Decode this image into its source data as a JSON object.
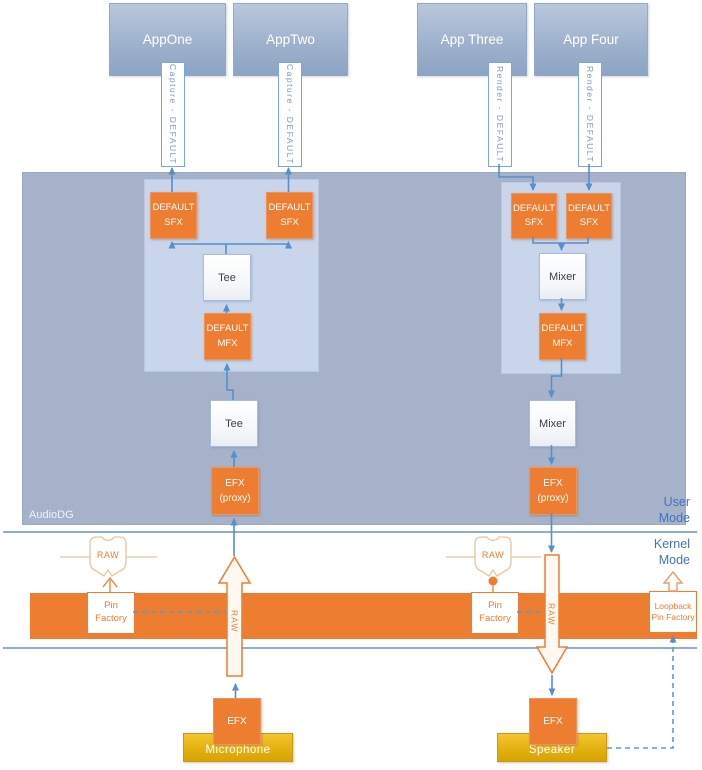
{
  "title": "Windows audio processing modes diagram",
  "colors": {
    "accent_orange": "#ED7D31",
    "connector_blue": "#568fc9",
    "boundary_blue": "#8ab0d9",
    "region_gray_blue": "#a6b2ca",
    "panel_light_blue": "#c8d5ea",
    "app_box_blue": "#9fb2cd",
    "gold": "#d7a300",
    "mode_text_blue": "#4472c4"
  },
  "apps": [
    {
      "label": "AppOne",
      "pipe_label": "Capture - DEFAULT"
    },
    {
      "label": "AppTwo",
      "pipe_label": "Capture - DEFAULT"
    },
    {
      "label": "App Three",
      "pipe_label": "Render - DEFAULT"
    },
    {
      "label": "App Four",
      "pipe_label": "Render - DEFAULT"
    }
  ],
  "audiodg": {
    "label": "AudioDG"
  },
  "modes": {
    "user": "User Mode",
    "kernel": "Kernel Mode"
  },
  "capture": {
    "sfx_left": "DEFAULT SFX",
    "sfx_right": "DEFAULT SFX",
    "tee_top": "Tee",
    "mfx": "DEFAULT MFX",
    "tee_bottom": "Tee",
    "efx_proxy": "EFX (proxy)",
    "raw_shield": "RAW",
    "pin_factory": "Pin Factory",
    "raw_arrow": "RAW",
    "efx": "EFX",
    "device": "Microphone"
  },
  "render": {
    "sfx_left": "DEFAULT SFX",
    "sfx_right": "DEFAULT SFX",
    "mixer_top": "Mixer",
    "mfx": "DEFAULT MFX",
    "mixer_bottom": "Mixer",
    "efx_proxy": "EFX (proxy)",
    "raw_shield": "RAW",
    "pin_factory": "Pin Factory",
    "raw_arrow": "RAW",
    "efx": "EFX",
    "device": "Speaker"
  },
  "loopback": {
    "label": "Loopback Pin Factory"
  }
}
